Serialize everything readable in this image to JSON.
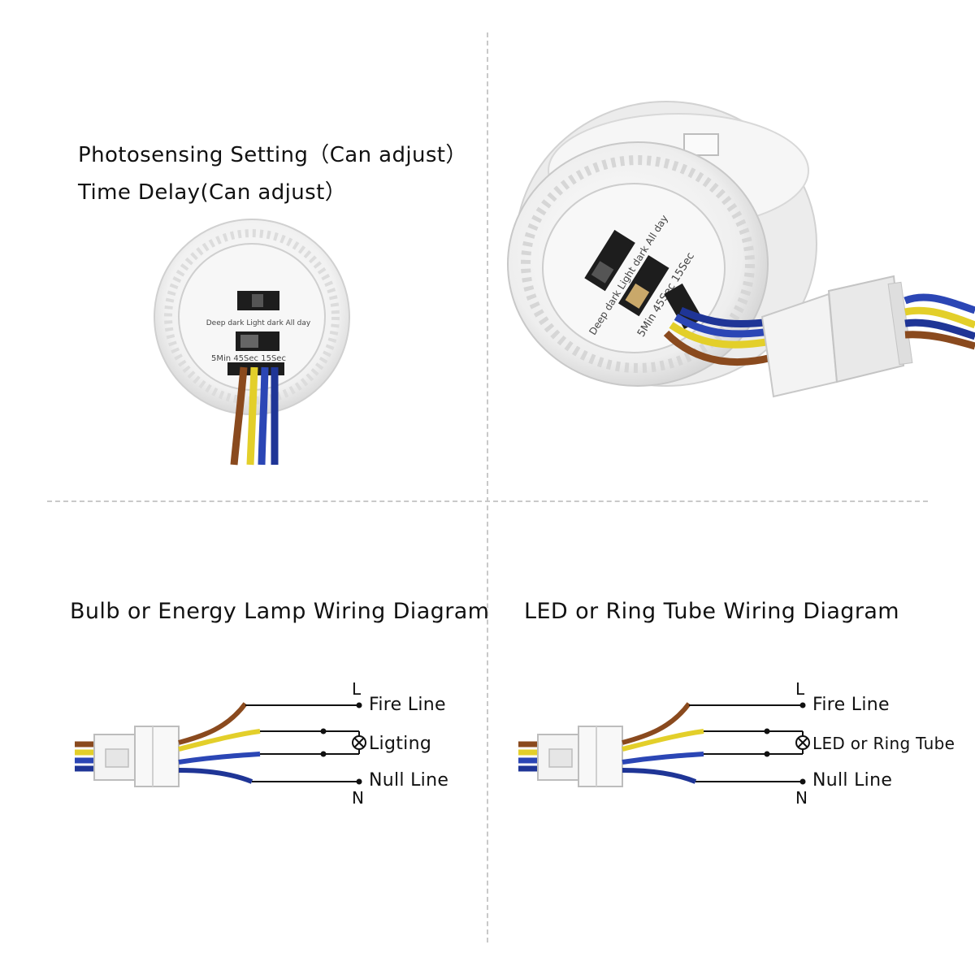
{
  "panels": {
    "top_left": {
      "caption_line1": "Photosensing Setting（Can adjust）",
      "caption_line2": "Time Delay(Can adjust）",
      "switch_row1_label": "Deep dark Light dark All day",
      "switch_row2_label": "5Min 45Sec 15Sec"
    },
    "top_right": {
      "switch_row1_label": "Deep dark Light dark All day",
      "switch_row2_label": "5Min 45Sec 15Sec"
    },
    "bottom_left": {
      "title": "Bulb or Energy Lamp Wiring Diagram",
      "terminal_top": "L",
      "terminal_bottom": "N",
      "fire_line": "Fire Line",
      "load": "Ligting",
      "null_line": "Null Line"
    },
    "bottom_right": {
      "title": "LED or Ring Tube Wiring Diagram",
      "terminal_top": "L",
      "terminal_bottom": "N",
      "fire_line": "Fire Line",
      "load": "LED or Ring Tube",
      "null_line": "Null Line"
    }
  },
  "wire_colors": {
    "brown": "#8a4a1e",
    "yellow": "#e3cf2a",
    "blue": "#2b46b5",
    "blue_dark": "#1f3596"
  }
}
